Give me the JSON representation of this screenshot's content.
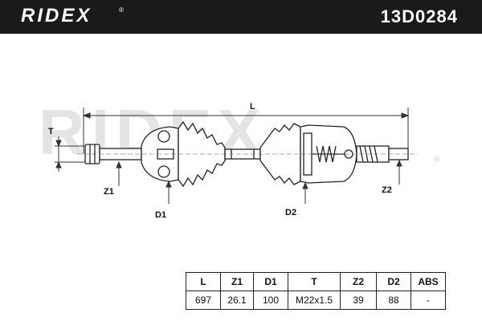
{
  "header": {
    "brand": "RIDEX",
    "part_number": "13D0284"
  },
  "watermark": "RIDEX",
  "diagram": {
    "labels": {
      "L": "L",
      "T": "T",
      "Z1": "Z1",
      "D1": "D1",
      "D2": "D2",
      "Z2": "Z2"
    }
  },
  "specs": {
    "headers": [
      "L",
      "Z1",
      "D1",
      "T",
      "Z2",
      "D2",
      "ABS"
    ],
    "values": [
      "697",
      "26.1",
      "100",
      "M22x1.5",
      "39",
      "88",
      "-"
    ]
  }
}
